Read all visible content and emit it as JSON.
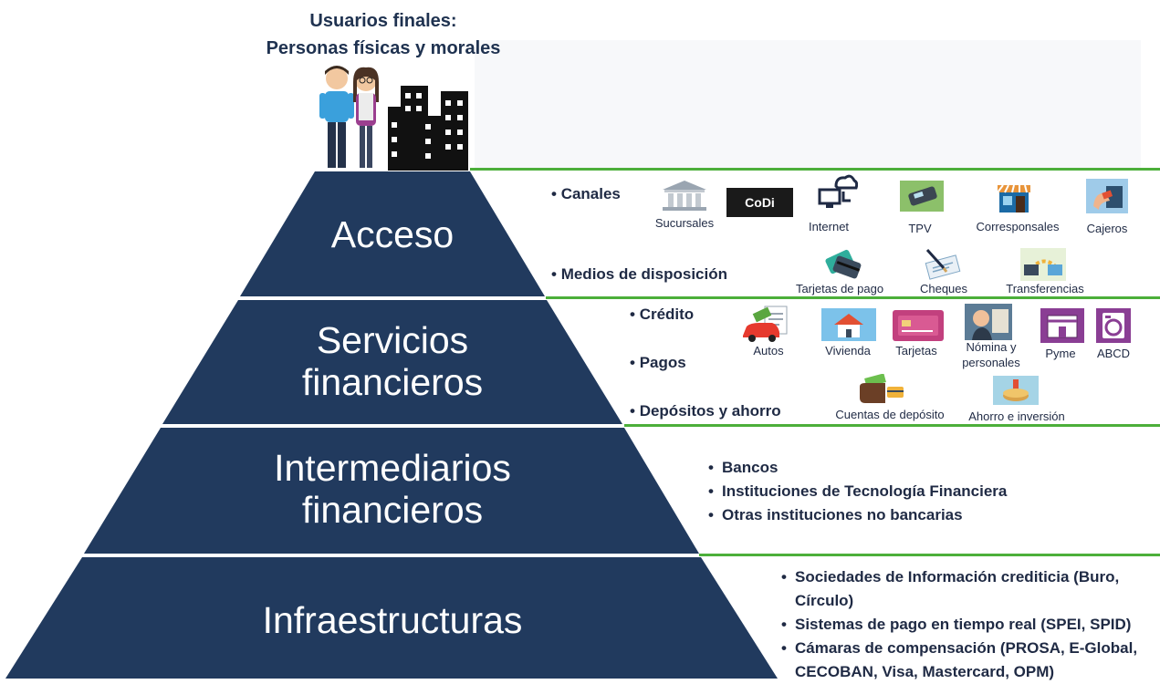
{
  "header": {
    "line1": "Usuarios finales:",
    "line2": "Personas físicas y morales"
  },
  "tiers": {
    "acceso": "Acceso",
    "servicios_1": "Servicios",
    "servicios_2": "financieros",
    "intermediarios_1": "Intermediarios",
    "intermediarios_2": "financieros",
    "infraestructuras": "Infraestructuras"
  },
  "acceso": {
    "canales_label": "Canales",
    "canales": [
      "Sucursales",
      "Internet",
      "TPV",
      "Corresponsales",
      "Cajeros"
    ],
    "codi_logo": "CoDi",
    "medios_label": "Medios de disposición",
    "medios": [
      "Tarjetas de pago",
      "Cheques",
      "Transferencias"
    ]
  },
  "servicios": {
    "credito_label": "Crédito",
    "pagos_label": "Pagos",
    "depositos_label": "Depósitos y ahorro",
    "credito_items": [
      "Autos",
      "Vivienda",
      "Tarjetas",
      "Nómina y",
      "personales",
      "Pyme",
      "ABCD"
    ],
    "depositos_items": [
      "Cuentas de depósito",
      "Ahorro e inversión"
    ]
  },
  "intermediarios": {
    "items": [
      "Bancos",
      "Instituciones de Tecnología Financiera",
      "Otras instituciones no bancarias"
    ]
  },
  "infraestructuras": {
    "items": [
      "Sociedades de Información crediticia (Buro,",
      "Círculo)",
      "Sistemas de pago en tiempo real (SPEI, SPID)",
      "Cámaras de compensación (PROSA, E-Global,",
      "CECOBAN, Visa, Mastercard, OPM)"
    ]
  },
  "icons": {
    "people": "people-icon",
    "buildings": "buildings-icon",
    "bank": "bank-icon",
    "internet": "network-icon",
    "tpv": "pos-terminal-icon",
    "store": "store-icon",
    "atm": "atm-icon",
    "card": "card-icon",
    "cheque": "cheque-icon",
    "transfer": "transfer-icon",
    "car": "car-icon",
    "house": "house-icon",
    "credit_card": "credit-card-icon",
    "payroll": "payroll-icon",
    "pyme": "shop-icon",
    "washer": "washer-icon",
    "wallet": "wallet-icon",
    "savings": "savings-icon"
  },
  "colors": {
    "pyramid": "#213a5e",
    "accent_line": "#4caf3a",
    "text": "#1f2a44"
  }
}
